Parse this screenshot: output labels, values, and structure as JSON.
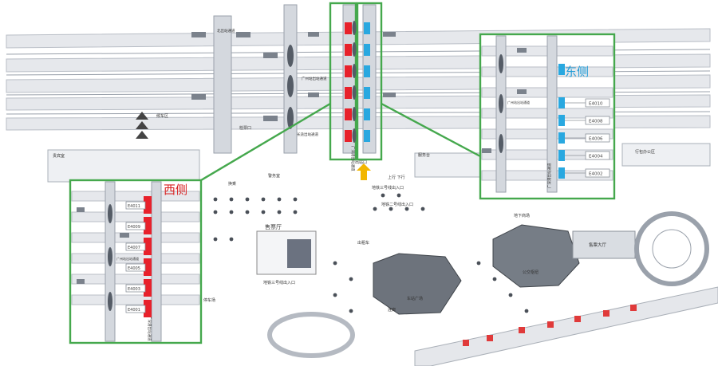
{
  "callouts": {
    "west": {
      "title": "西侧",
      "title_color": "#d81e1e",
      "marker_color": "#e8212b"
    },
    "east": {
      "title": "东侧",
      "title_color": "#1e9bd7",
      "marker_color": "#29a8e0"
    }
  },
  "frame_color": "#45a84d",
  "entrance_marker_color": "#f2b600",
  "map_labels": {
    "waiting_hall": "售票厅",
    "entrance_west": "地铁三号线出入口",
    "entrance_north": "地铁三号线出入口",
    "entrance_south": "地铁二号线出入口",
    "north_passage": "北出站通道",
    "guangzhou_main_passage": "广州站出站通道",
    "long_distance_passage": "长途出站通道",
    "east_passage": "广深港出站通道",
    "west_passage": "广深港出站通道",
    "office_area": "行包办公区",
    "underground_mall": "地下商场",
    "fare_hall": "售票大厅",
    "taxi": "出租车",
    "bus_hub": "公交枢纽",
    "exit_label": "出站口",
    "vip": "贵宾室",
    "police": "警务室",
    "transfer": "换乘",
    "parking": "停车场",
    "service": "服务台",
    "corridor": "连廊",
    "up_down": "上行 下行",
    "station_square": "车站广场",
    "gate_a": "检票口",
    "gate_b": "候车区"
  },
  "west_codes": [
    "E4011",
    "E4009",
    "E4007",
    "E4005",
    "E4003",
    "E4001"
  ],
  "east_codes": [
    "E4010",
    "E4008",
    "E4006",
    "E4004",
    "E4002"
  ]
}
